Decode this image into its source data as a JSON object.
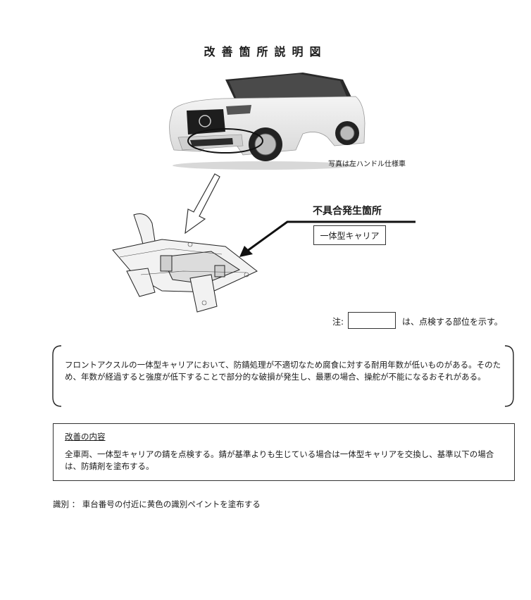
{
  "title": "改善箇所説明図",
  "photo_caption": "写真は左ハンドル仕様車",
  "callout": {
    "title": "不具合発生箇所",
    "part_label": "一体型キャリア"
  },
  "note": {
    "prefix": "注:",
    "suffix": "は、点検する部位を示す。"
  },
  "description": "フロントアクスルの一体型キャリアにおいて、防錆処理が不適切なため腐食に対する耐用年数が低いものがある。そのため、年数が経過すると強度が低下することで部分的な破損が発生し、最悪の場合、操舵が不能になるおそれがある。",
  "improvement": {
    "heading": "改善の内容",
    "text": "全車両、一体型キャリアの錆を点検する。錆が基準よりも生じている場合は一体型キャリアを交換し、基準以下の場合は、防錆剤を塗布する。"
  },
  "identification": "識別 ： 車台番号の付近に黄色の識別ペイントを塗布する"
}
